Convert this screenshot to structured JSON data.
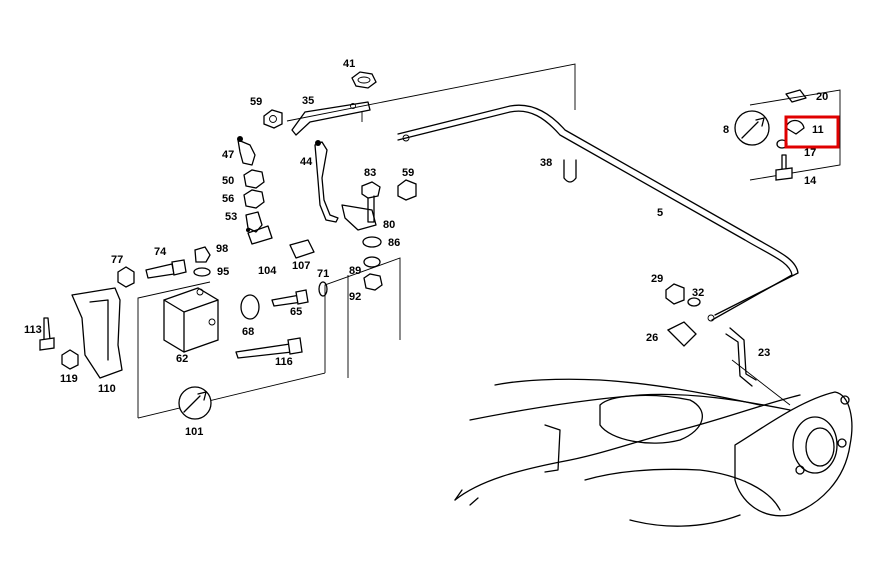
{
  "labels": {
    "p41": "41",
    "p59a": "59",
    "p35": "35",
    "p47": "47",
    "p44": "44",
    "p50": "50",
    "p56": "56",
    "p53": "53",
    "p83": "83",
    "p59b": "59",
    "p80": "80",
    "p86": "86",
    "p89": "89",
    "p92": "92",
    "p71": "71",
    "p77": "77",
    "p74": "74",
    "p98": "98",
    "p95": "95",
    "p104": "104",
    "p107": "107",
    "p113": "113",
    "p119": "119",
    "p110": "110",
    "p62": "62",
    "p68": "68",
    "p65": "65",
    "p116": "116",
    "p101": "101",
    "p38": "38",
    "p5": "5",
    "p20": "20",
    "p8": "8",
    "p11": "11",
    "p17": "17",
    "p14": "14",
    "p29": "29",
    "p32": "32",
    "p26": "26",
    "p23": "23"
  },
  "highlight": {
    "part": "11",
    "color": "#e00000"
  }
}
